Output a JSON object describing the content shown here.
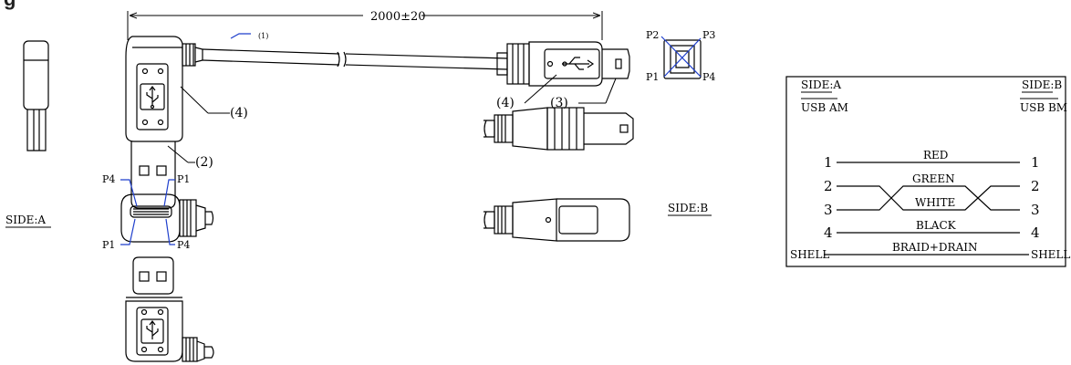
{
  "drawing": {
    "heading_fragment": "g",
    "dimension_label": "2000±20",
    "callouts": {
      "c1": "(1)",
      "c2": "(2)",
      "c3": "(3)",
      "c4_left": "(4)",
      "c4_right": "(4)"
    },
    "side_a_label": "SIDE:A",
    "side_b_label": "SIDE:B",
    "pins_left": {
      "p1_top": "P1",
      "p4_top": "P4",
      "p1_bottom": "P1",
      "p4_bottom": "P4"
    },
    "pins_right": {
      "p2": "P2",
      "p3": "P3",
      "p1": "P1",
      "p4": "P4"
    }
  },
  "wiring_table": {
    "side_a_title": "SIDE:A",
    "side_a_type": "USB AM",
    "side_b_title": "SIDE:B",
    "side_b_type": "USB BM",
    "rows": [
      {
        "left": "1",
        "wire": "RED",
        "right": "1"
      },
      {
        "left": "2",
        "wire": "GREEN",
        "right": "2"
      },
      {
        "left": "3",
        "wire": "WHITE",
        "right": "3"
      },
      {
        "left": "4",
        "wire": "BLACK",
        "right": "4"
      },
      {
        "left": "SHELL",
        "wire": "BRAID+DRAIN",
        "right": "SHELL"
      }
    ]
  }
}
